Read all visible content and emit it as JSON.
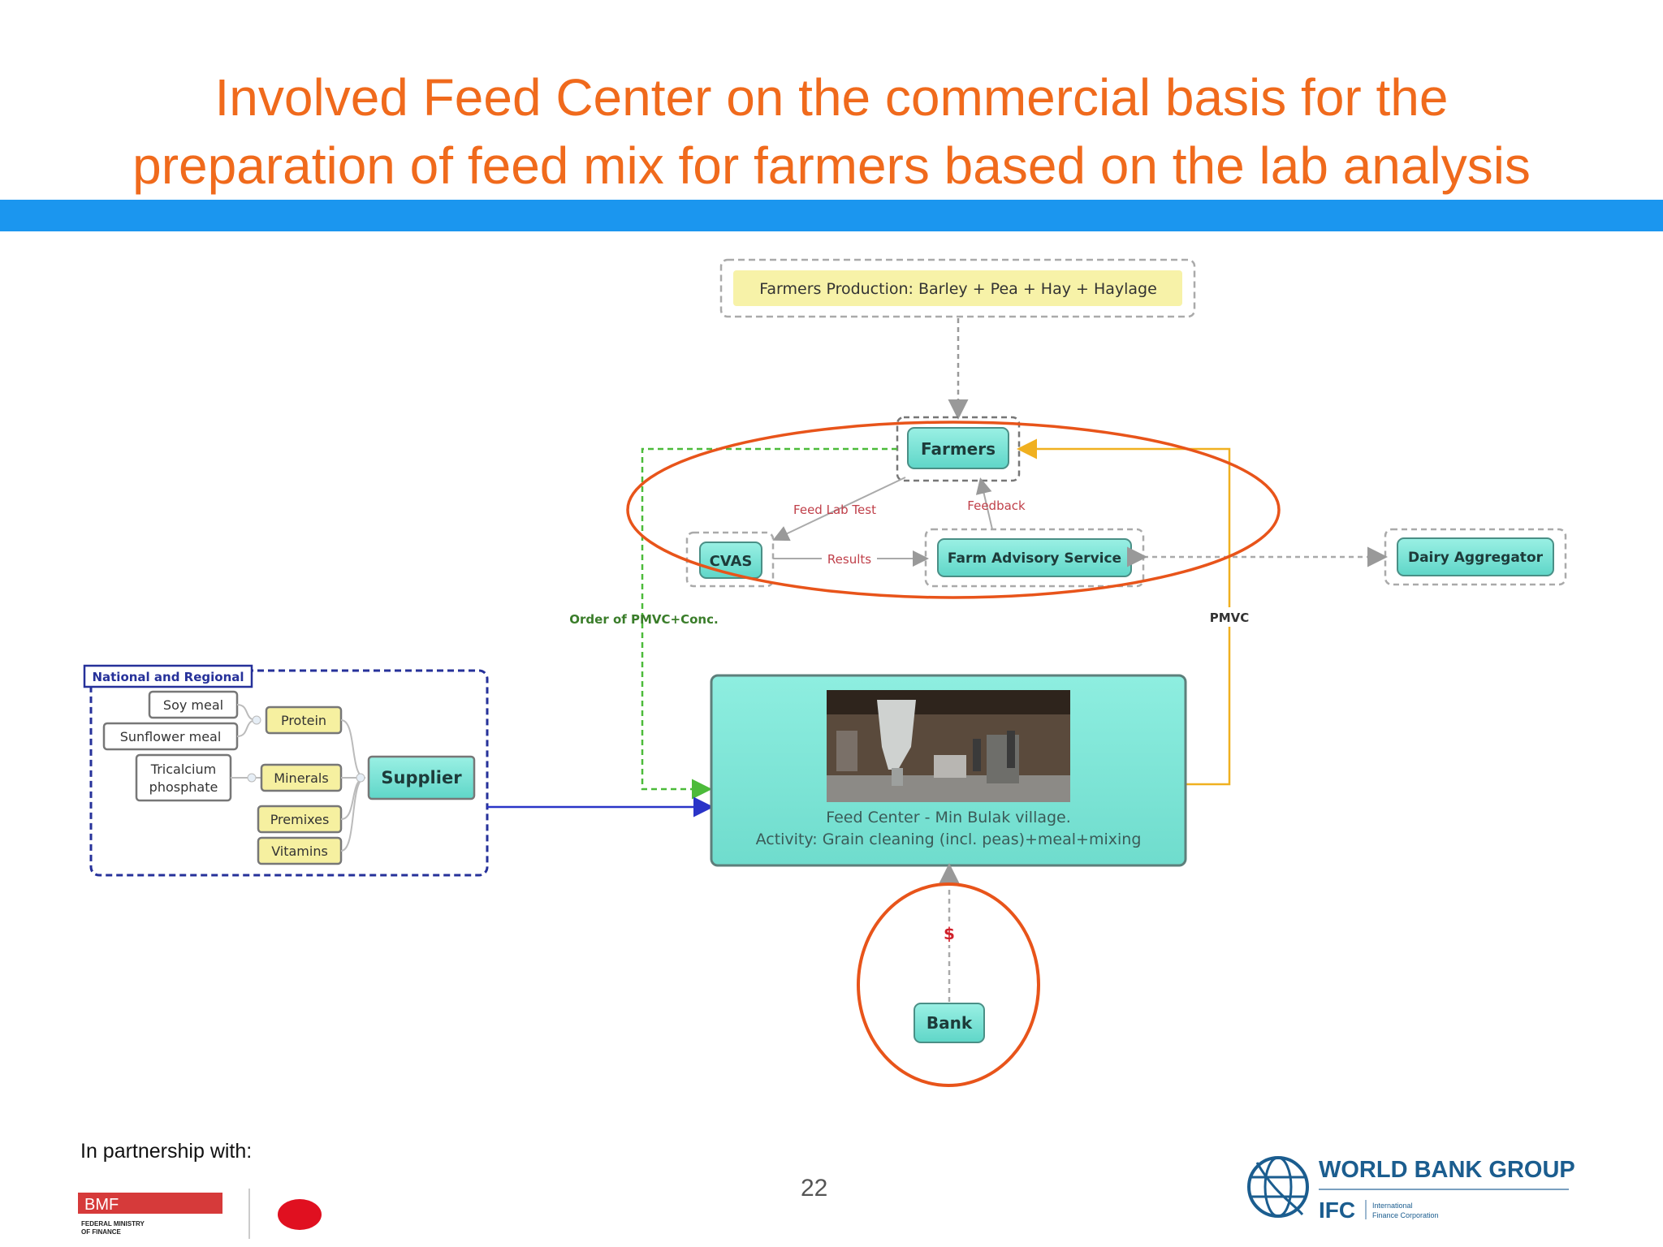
{
  "slide": {
    "title_line1": "Involved Feed Center on the commercial basis for the",
    "title_line2": "preparation of feed mix for farmers based on the lab analysis",
    "page_number": "22",
    "partnership": "In partnership with:"
  },
  "diagram": {
    "production": "Farmers Production: Barley + Pea + Hay + Haylage",
    "farmers": "Farmers",
    "cvas": "CVAS",
    "farm_advisory": "Farm Advisory Service",
    "dairy_aggregator": "Dairy Aggregator",
    "feed_lab_test": "Feed Lab Test",
    "feedback": "Feedback",
    "results": "Results",
    "order": "Order of PMVC+Conc.",
    "pmvc": "PMVC",
    "national_regional": "National and Regional",
    "soy_meal": "Soy meal",
    "sunflower_meal": "Sunflower meal",
    "tricalcium_line1": "Tricalcium",
    "tricalcium_line2": "phosphate",
    "protein": "Protein",
    "minerals": "Minerals",
    "premixes": "Premixes",
    "vitamins": "Vitamins",
    "supplier": "Supplier",
    "feed_center_line1": "Feed Center - Min Bulak village.",
    "feed_center_line2": "Activity: Grain cleaning (incl. peas)+meal+mixing",
    "dollar": "$",
    "bank": "Bank"
  },
  "logos": {
    "bmf": "BMF",
    "bmf_sub1": "FEDERAL MINISTRY",
    "bmf_sub2": "OF FINANCE",
    "wbg": "WORLD BANK GROUP",
    "ifc": "IFC",
    "ifc_sub1": "International",
    "ifc_sub2": "Finance Corporation"
  },
  "colors": {
    "title": "#f06a1c",
    "band": "#1b96ef",
    "teal_box": "#7fe5d8",
    "yellow_box": "#f6f0a0",
    "highlight_circle": "#e8541a"
  }
}
